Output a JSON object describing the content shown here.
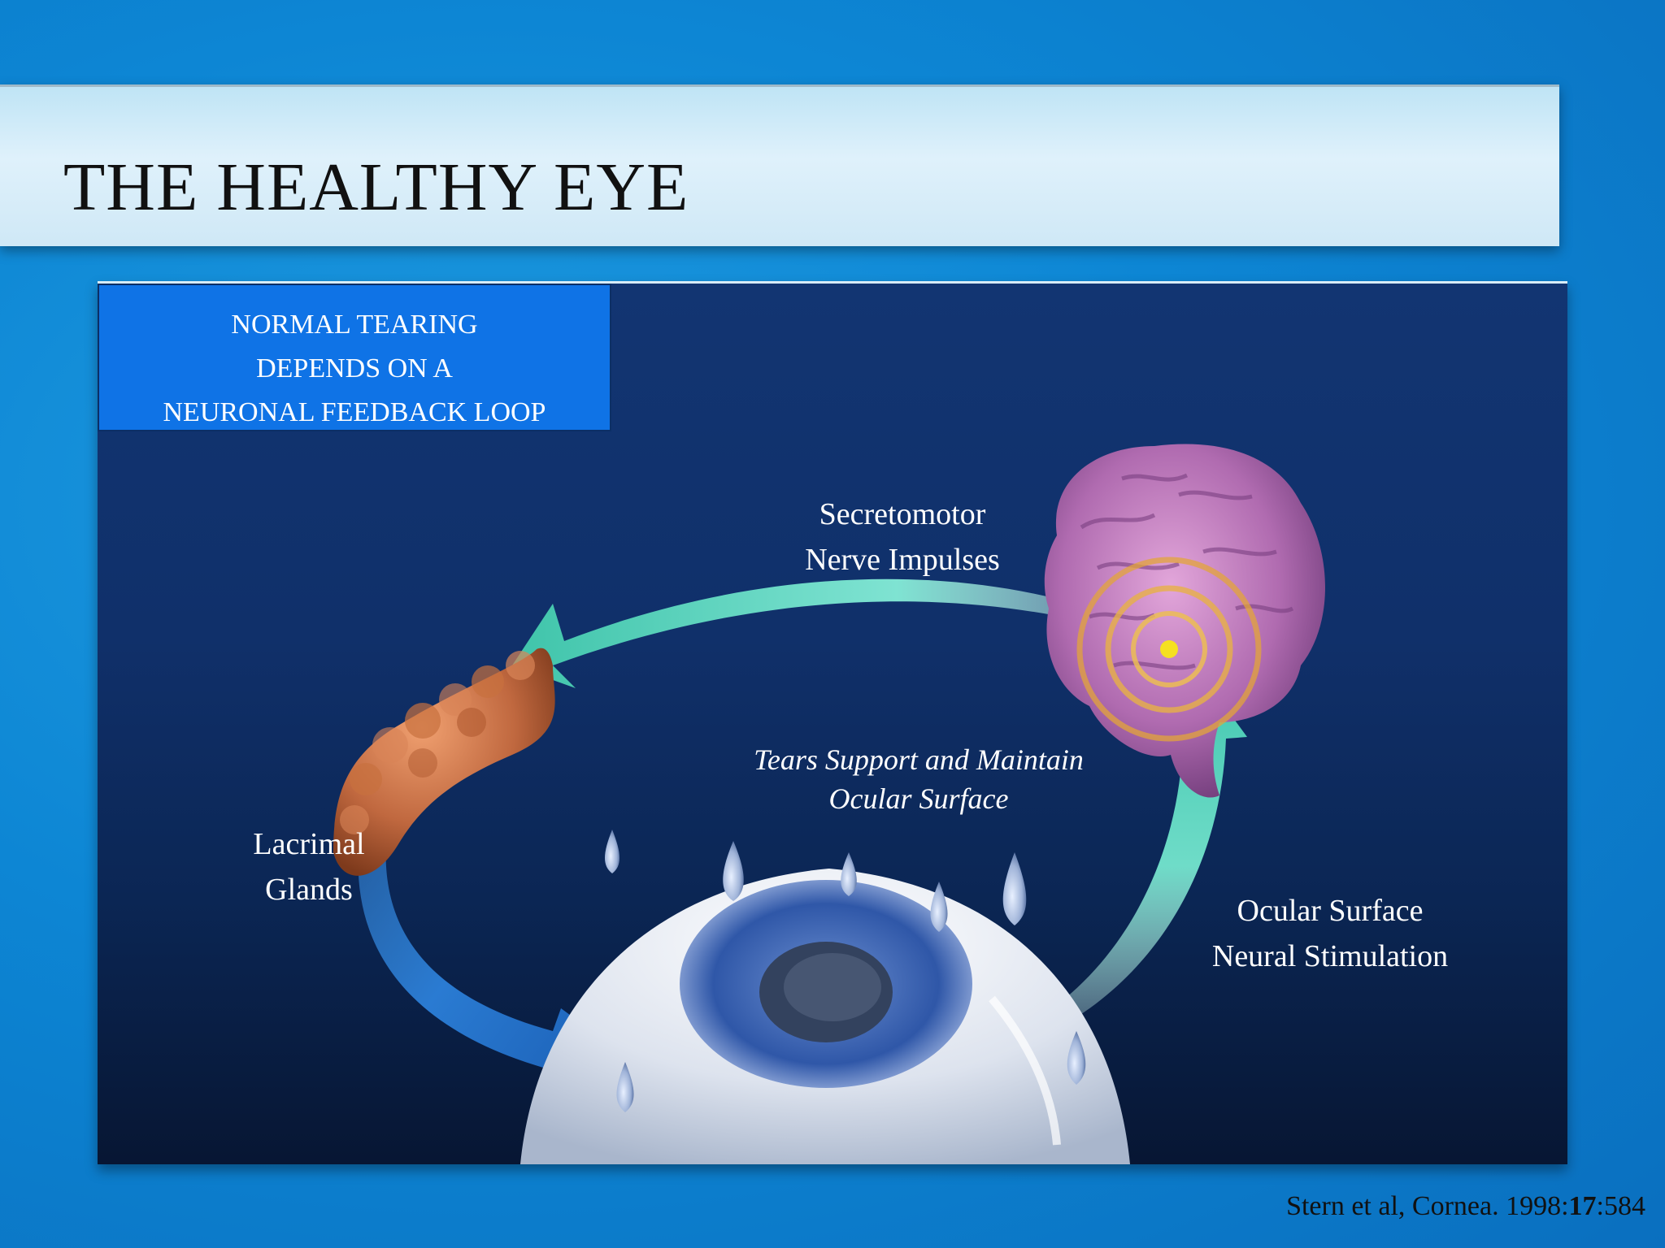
{
  "title": "THE HEALTHY EYE",
  "info_box": {
    "line1": "NORMAL TEARING",
    "line2": "DEPENDS ON A",
    "line3": "NEURONAL FEEDBACK LOOP"
  },
  "labels": {
    "secretomotor_line1": "Secretomotor",
    "secretomotor_line2": "Nerve Impulses",
    "tears_line1": "Tears Support and Maintain",
    "tears_line2": "Ocular Surface",
    "lacrimal_line1": "Lacrimal",
    "lacrimal_line2": "Glands",
    "ocular_line1": "Ocular Surface",
    "ocular_line2": "Neural Stimulation"
  },
  "citation": {
    "prefix": "Stern et al, Cornea. 1998:",
    "volume": "17",
    "suffix": ":584"
  },
  "colors": {
    "panel_top": "#123572",
    "info_box": "#0f73e6",
    "teal_arrow": "#4fd2bd",
    "blue_arrow": "#1e6fc8",
    "brain": "#b874b8",
    "gland": "#c0683f"
  }
}
